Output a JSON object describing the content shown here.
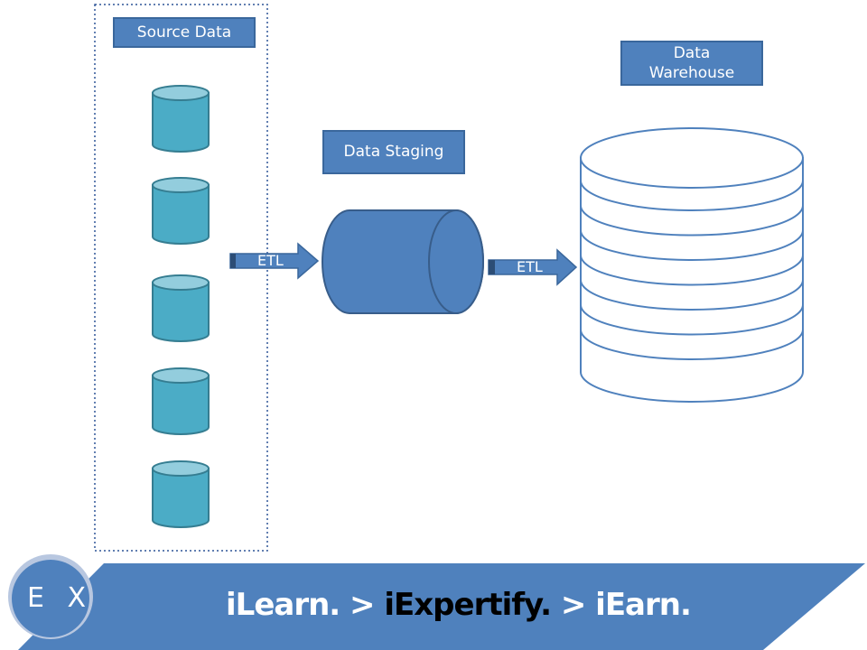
{
  "labels": {
    "source": "Source Data",
    "staging": "Data Staging",
    "warehouse": "Data Warehouse"
  },
  "arrows": [
    "ETL",
    "ETL"
  ],
  "footer": {
    "logo": "E X",
    "tagline_1": "iLearn. > ",
    "tagline_2": "iExpertify.",
    "tagline_3": " > iEarn."
  },
  "colors": {
    "primary": "#4f81bd",
    "source_db": "#4bacc6",
    "outline": "#3a679c"
  }
}
